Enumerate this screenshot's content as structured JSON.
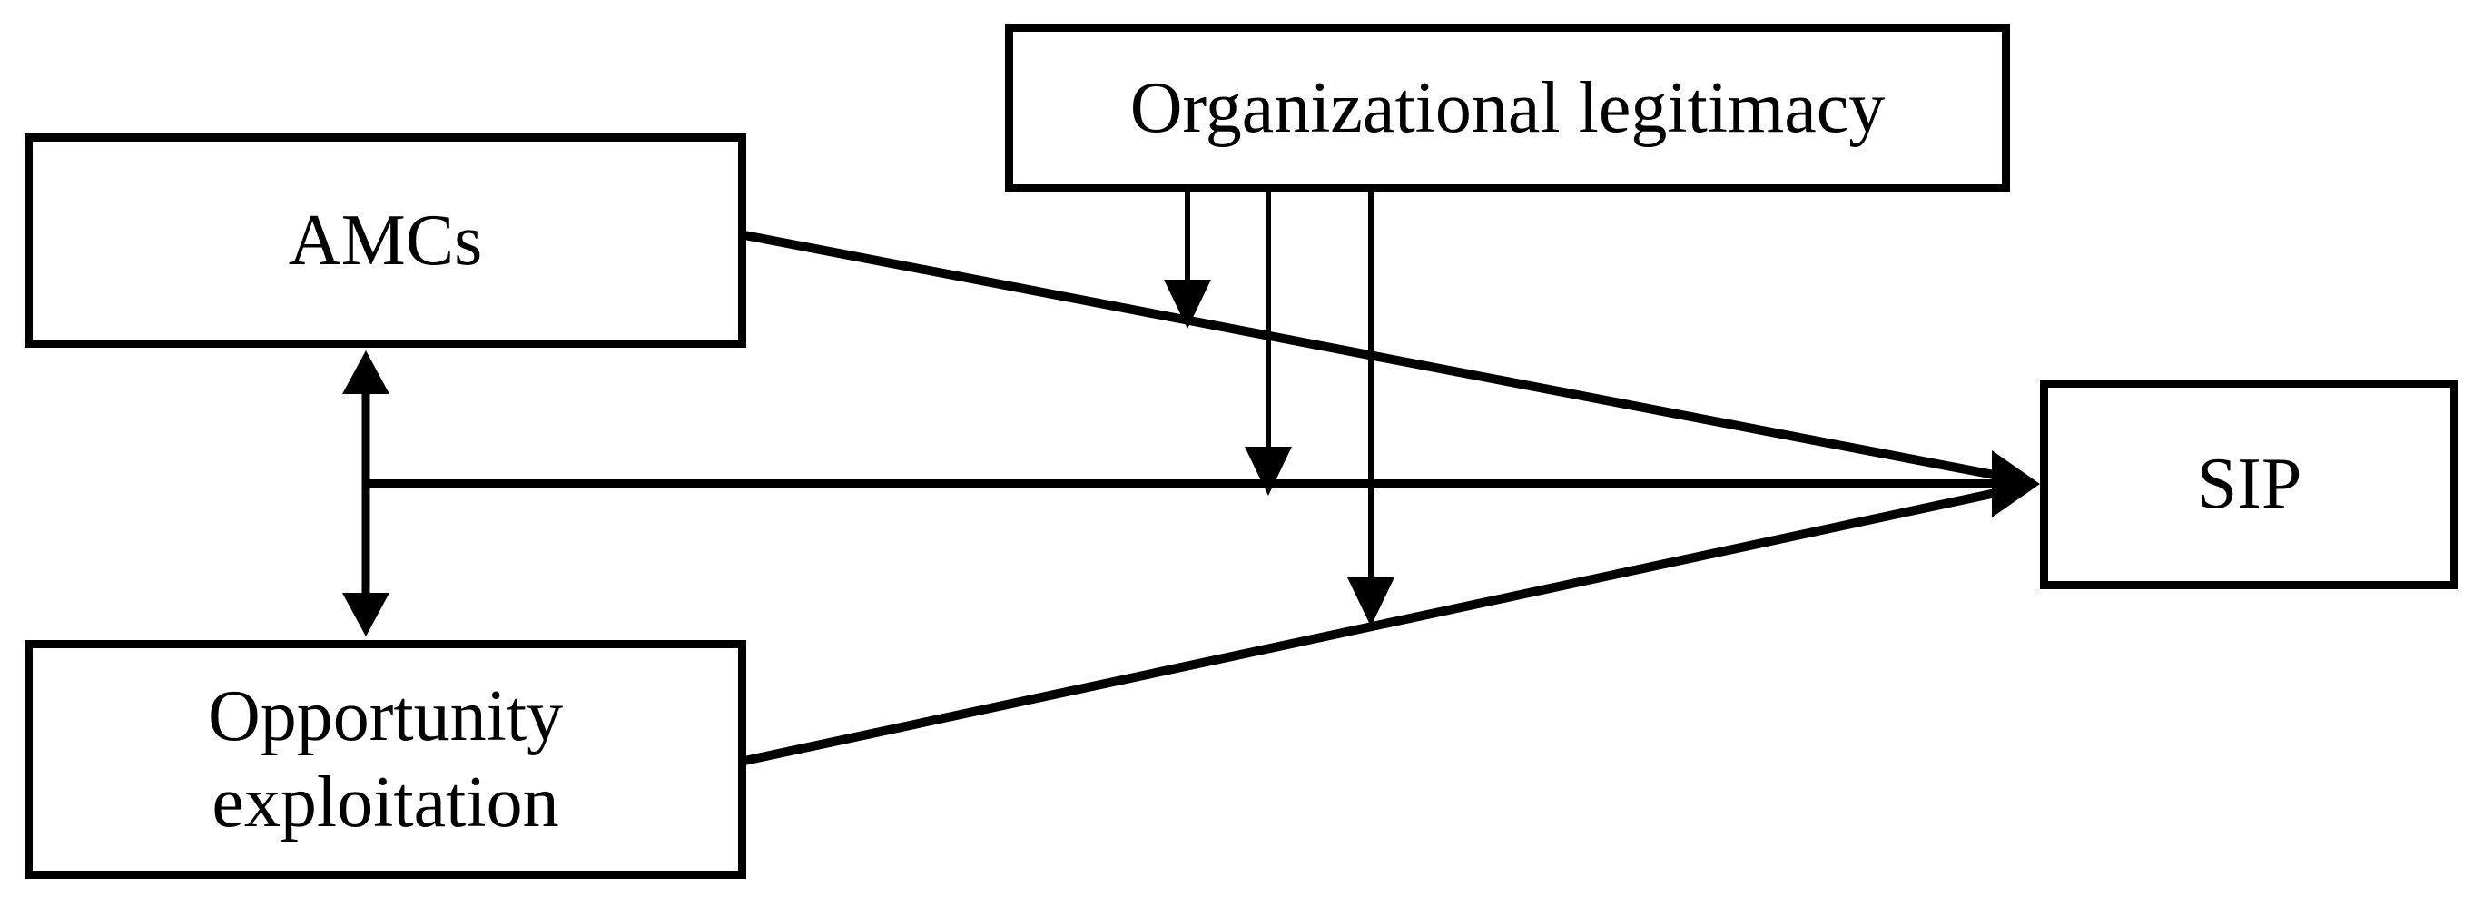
{
  "figure": {
    "type": "conceptual-model-diagram",
    "colors": {
      "background": "#ffffff",
      "line": "#000000",
      "text": "#000000"
    }
  },
  "nodes": {
    "amcs": {
      "label": "AMCs"
    },
    "organizational_legitimacy": {
      "label": "Organizational legitimacy"
    },
    "opportunity_exploitation": {
      "label": "Opportunity exploitation"
    },
    "sip": {
      "label": "SIP"
    }
  },
  "edges": [
    {
      "from": "AMCs",
      "to": "SIP",
      "style": "arrow"
    },
    {
      "from": "Opportunity exploitation",
      "to": "SIP",
      "style": "arrow"
    },
    {
      "from": "AMCs / Opportunity exploitation midpoint",
      "to": "SIP",
      "style": "arrow"
    },
    {
      "from": "AMCs",
      "to": "Opportunity exploitation",
      "style": "double-headed-arrow"
    },
    {
      "from": "Organizational legitimacy",
      "to": "AMCs-SIP path",
      "style": "moderation-arrow"
    },
    {
      "from": "Organizational legitimacy",
      "to": "midline-SIP path",
      "style": "moderation-arrow"
    },
    {
      "from": "Organizational legitimacy",
      "to": "Opportunity exploitation-SIP path",
      "style": "moderation-arrow"
    }
  ]
}
